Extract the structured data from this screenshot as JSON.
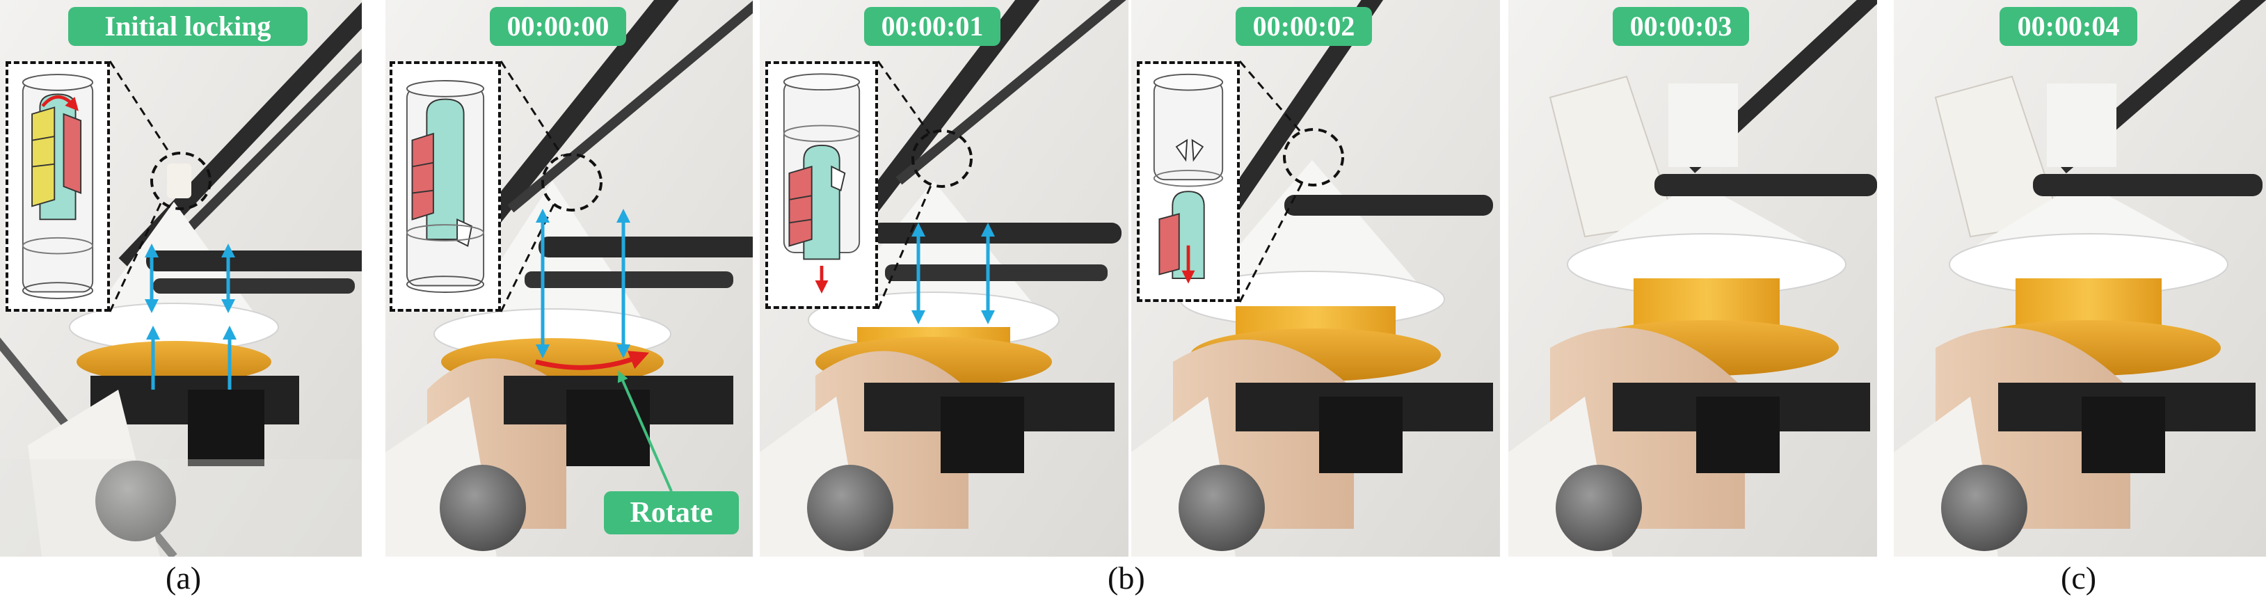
{
  "panels": [
    {
      "label": "Initial locking"
    },
    {
      "label": "00:00:00"
    },
    {
      "label": "00:00:01"
    },
    {
      "label": "00:00:02"
    },
    {
      "label": "00:00:03"
    },
    {
      "label": "00:00:04"
    }
  ],
  "annotation": {
    "rotate_label": "Rotate"
  },
  "captions": {
    "a": "(a)",
    "b": "(b)",
    "c": "(c)"
  },
  "colors": {
    "badge": "#3fbd7d",
    "arrow_blue": "#22a9df",
    "arrow_red": "#e01e1e",
    "gear": "#e8a21f",
    "cylinder": "#f2b632",
    "capsule": "#9fded0",
    "fin_red": "#e0696b",
    "fin_yellow": "#e8dc5a"
  }
}
